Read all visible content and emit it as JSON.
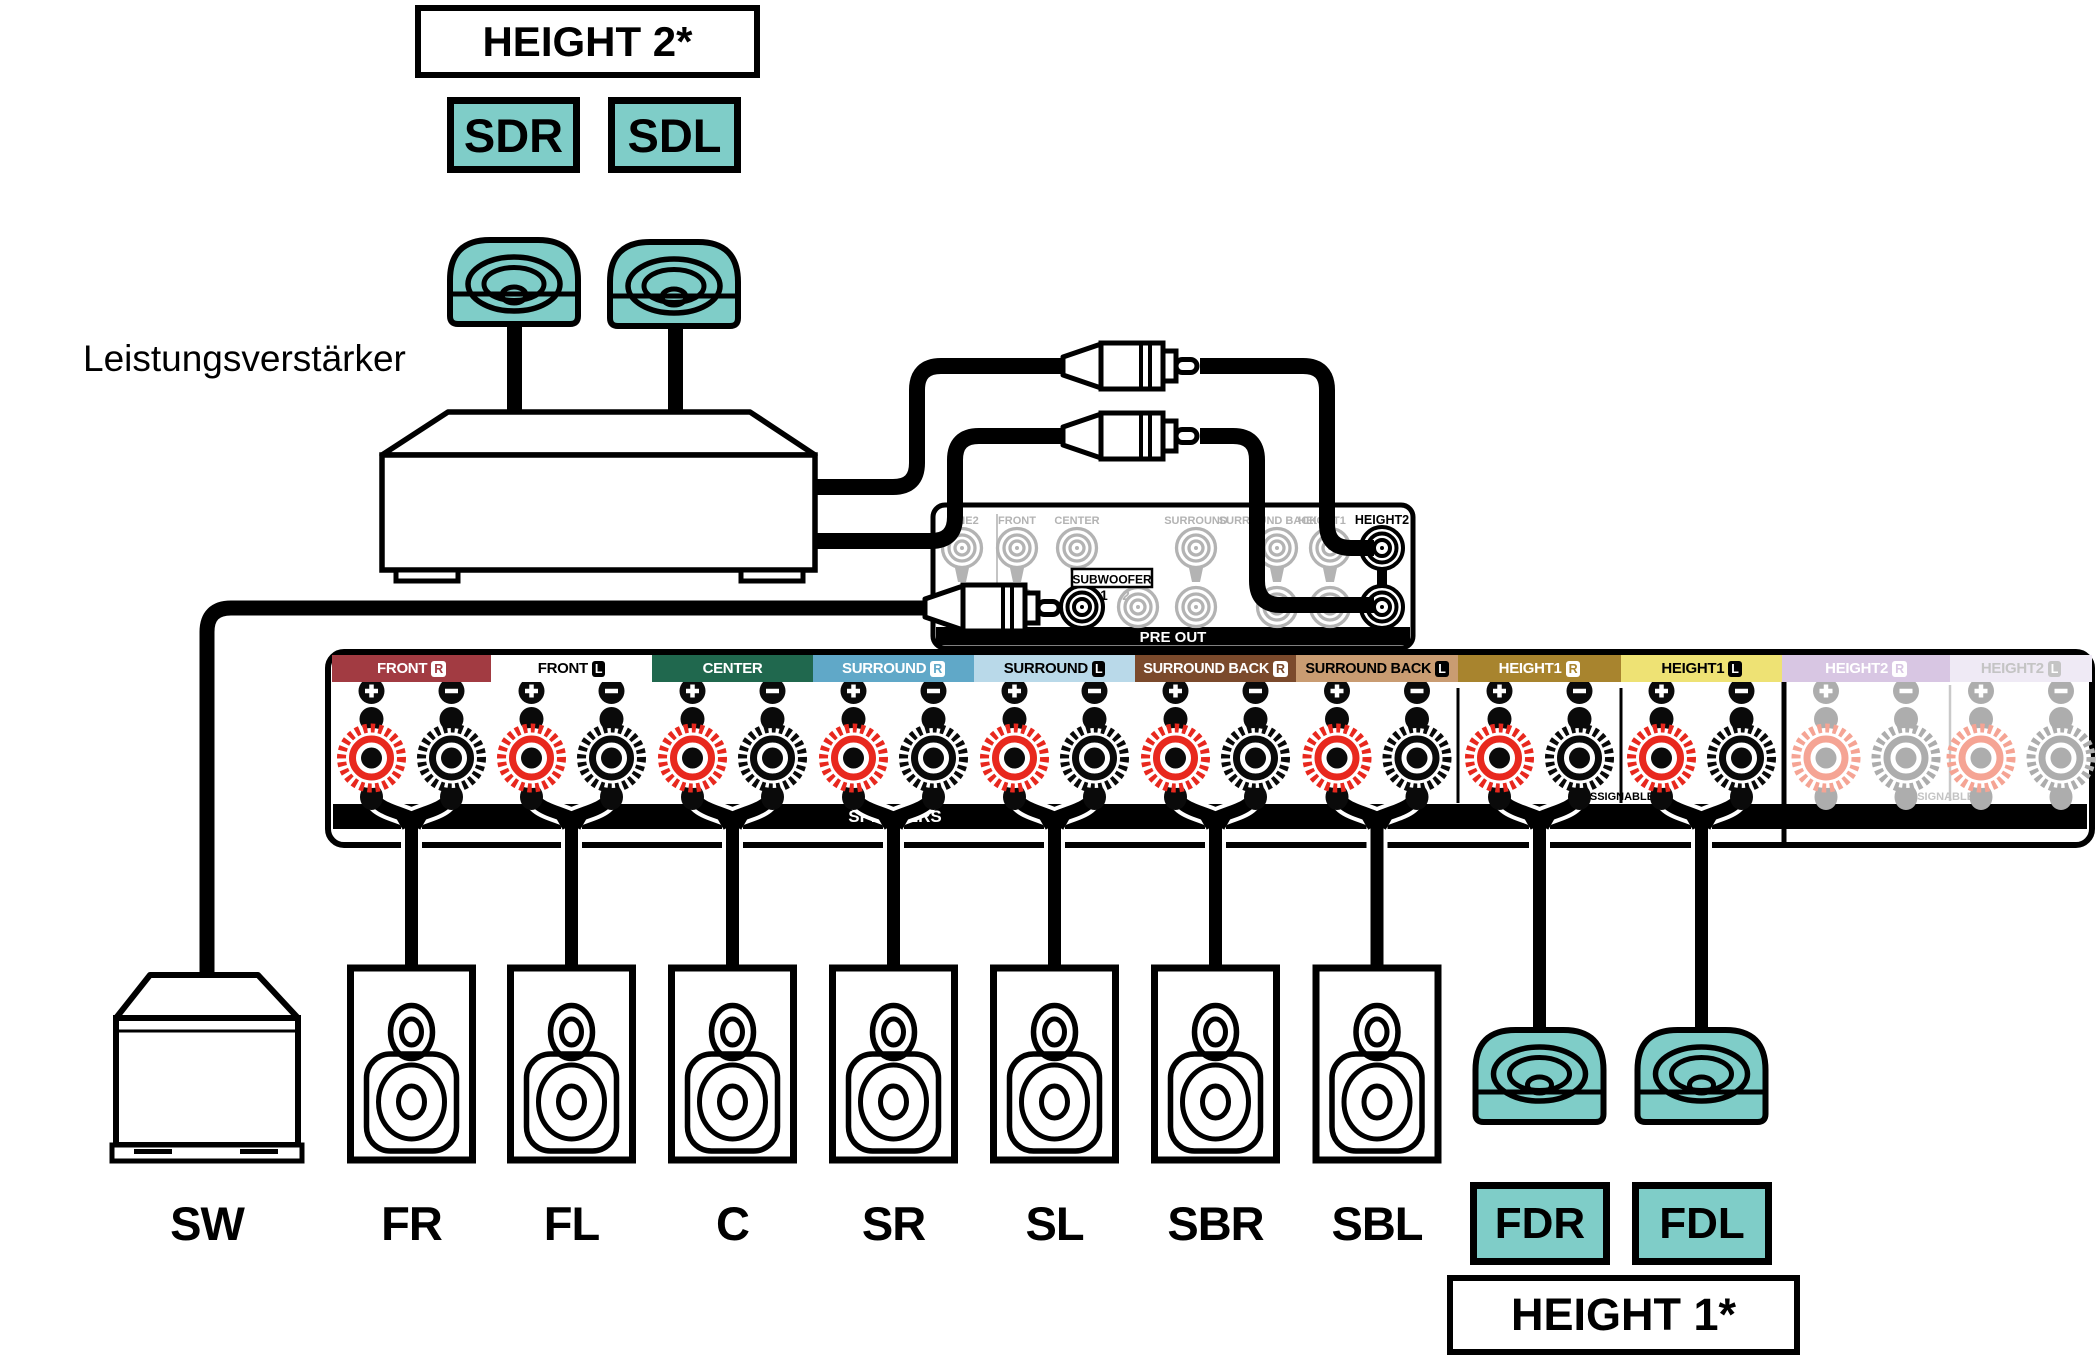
{
  "amp_label": "Leistungsverstärker",
  "boxes": {
    "height2_title": "HEIGHT 2*",
    "height1_title": "HEIGHT 1*"
  },
  "top_speaker_labels": [
    {
      "label": "SDR"
    },
    {
      "label": "SDL"
    }
  ],
  "front_dolby_labels": [
    {
      "label": "FDR"
    },
    {
      "label": "FDL"
    }
  ],
  "preout": {
    "bar_label": "PRE OUT",
    "subwoofer_label": "SUBWOOFER",
    "subwoofer_numbers": [
      "1",
      "2"
    ],
    "jack_labels": [
      {
        "text": "NE2"
      },
      {
        "text": "FRONT"
      },
      {
        "text": "CENTER"
      },
      {
        "text": "SURROUND"
      },
      {
        "text": "SURROUND BACK"
      },
      {
        "text": "HEIGHT1"
      },
      {
        "text": "HEIGHT2",
        "emphasis": true
      }
    ]
  },
  "speaker_panel": {
    "bar_label": "SPEAKERS",
    "assignable_labels": [
      {
        "text": "ASSIGNABLE",
        "color": "#000000"
      },
      {
        "text": "ASSIGNABLE",
        "color": "#C4C4C4"
      }
    ],
    "sections": [
      {
        "label": "FRONT",
        "badge": "R",
        "bg": "#A23B42",
        "fg": "#FFFFFF",
        "badge_bg": "#FFFFFF",
        "badge_fg": "#A23B42",
        "active": true
      },
      {
        "label": "FRONT",
        "badge": "L",
        "bg": "#FFFFFF",
        "fg": "#000000",
        "badge_bg": "#000000",
        "badge_fg": "#FFFFFF",
        "active": true
      },
      {
        "label": "CENTER",
        "badge": "",
        "bg": "#20684E",
        "fg": "#FFFFFF",
        "badge_bg": "",
        "badge_fg": "",
        "active": true
      },
      {
        "label": "SURROUND",
        "badge": "R",
        "bg": "#60A8C8",
        "fg": "#FFFFFF",
        "badge_bg": "#FFFFFF",
        "badge_fg": "#60A8C8",
        "active": true
      },
      {
        "label": "SURROUND",
        "badge": "L",
        "bg": "#B9D9E9",
        "fg": "#000000",
        "badge_bg": "#000000",
        "badge_fg": "#FFFFFF",
        "active": true
      },
      {
        "label": "SURROUND BACK",
        "badge": "R",
        "bg": "#7B4A2C",
        "fg": "#FFFFFF",
        "badge_bg": "#FFFFFF",
        "badge_fg": "#7B4A2C",
        "active": true
      },
      {
        "label": "SURROUND BACK",
        "badge": "L",
        "bg": "#C99C72",
        "fg": "#000000",
        "badge_bg": "#000000",
        "badge_fg": "#FFFFFF",
        "active": true
      },
      {
        "label": "HEIGHT1",
        "badge": "R",
        "bg": "#A8842E",
        "fg": "#FFFFFF",
        "badge_bg": "#FFFFFF",
        "badge_fg": "#A8842E",
        "active": true
      },
      {
        "label": "HEIGHT1",
        "badge": "L",
        "bg": "#EEE274",
        "fg": "#000000",
        "badge_bg": "#000000",
        "badge_fg": "#FFFFFF",
        "active": true
      },
      {
        "label": "HEIGHT2",
        "badge": "R",
        "bg": "#D8C6E3",
        "fg": "#FFFFFF",
        "badge_bg": "#FFFFFF",
        "badge_fg": "#D8C6E3",
        "active": false
      },
      {
        "label": "HEIGHT2",
        "badge": "L",
        "bg": "#EFEAF5",
        "fg": "#C4C4C4",
        "badge_bg": "#C4C4C4",
        "badge_fg": "#FFFFFF",
        "active": false
      }
    ]
  },
  "bottom_labels": [
    "SW",
    "FR",
    "FL",
    "C",
    "SR",
    "SL",
    "SBR",
    "SBL"
  ],
  "colors": {
    "speaker_teal": "#7FCDC8",
    "terminal_red": "#E8281E",
    "terminal_black": "#0A0A0A",
    "inactive_red": "#F5A494",
    "inactive_gray": "#ADADAD",
    "jack_gray": "#B3B3B3"
  }
}
